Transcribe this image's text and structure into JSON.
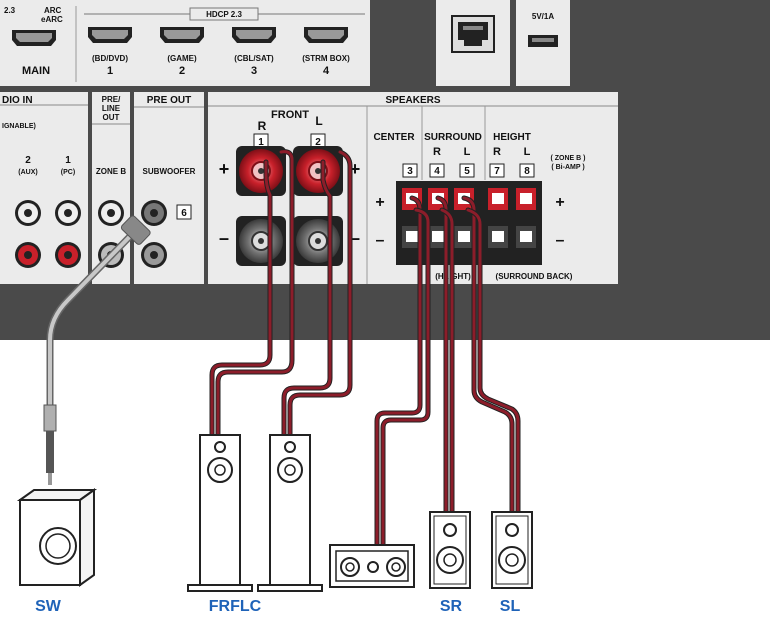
{
  "hdmi_out": {
    "arc_label": "ARC",
    "earc_label": "eARC",
    "main_label": "MAIN",
    "left_cut_label": "2.3"
  },
  "hdcp_header": "HDCP 2.3",
  "hdmi_inputs": [
    {
      "name": "(BD/DVD)",
      "num": "1"
    },
    {
      "name": "(GAME)",
      "num": "2"
    },
    {
      "name": "(CBL/SAT)",
      "num": "3"
    },
    {
      "name": "(STRM BOX)",
      "num": "4"
    }
  ],
  "usb_label": "5V/1A",
  "audio_in": {
    "title": "DIO IN",
    "sub": "IGNABLE)",
    "jacks": [
      {
        "num": "2",
        "name": "(AUX)"
      },
      {
        "num": "1",
        "name": "(PC)"
      }
    ]
  },
  "pre_line_out": {
    "title_lines": [
      "PRE/",
      "LINE",
      "OUT"
    ],
    "zone": "ZONE B"
  },
  "pre_out": {
    "title": "PRE OUT",
    "subwoofer": "SUBWOOFER",
    "badge": "6"
  },
  "speakers": {
    "title": "SPEAKERS",
    "front": {
      "title": "FRONT",
      "r": "R",
      "l": "L",
      "r_num": "1",
      "l_num": "2"
    },
    "center": {
      "title": "CENTER",
      "num": "3"
    },
    "surround": {
      "title": "SURROUND",
      "r": "R",
      "l": "L",
      "r_num": "4",
      "l_num": "5"
    },
    "height": {
      "title": "HEIGHT",
      "r": "R",
      "l": "L",
      "r_num": "7",
      "l_num": "8",
      "note_1": "( ZONE B )",
      "note_2": "( Bi-AMP )"
    },
    "bottom_note_1": "(HEIGHT)",
    "bottom_note_2": "(SURROUND BACK)",
    "plus": "+",
    "minus": "–"
  },
  "speaker_labels": {
    "sw": "SW",
    "front": "FRFLC",
    "sr": "SR",
    "sl": "SL"
  },
  "colors": {
    "panel_dark": "#4a4a4a",
    "panel_light": "#ebebeb",
    "cable_red": "#8c1d2a",
    "label_blue": "#1f63b8"
  }
}
